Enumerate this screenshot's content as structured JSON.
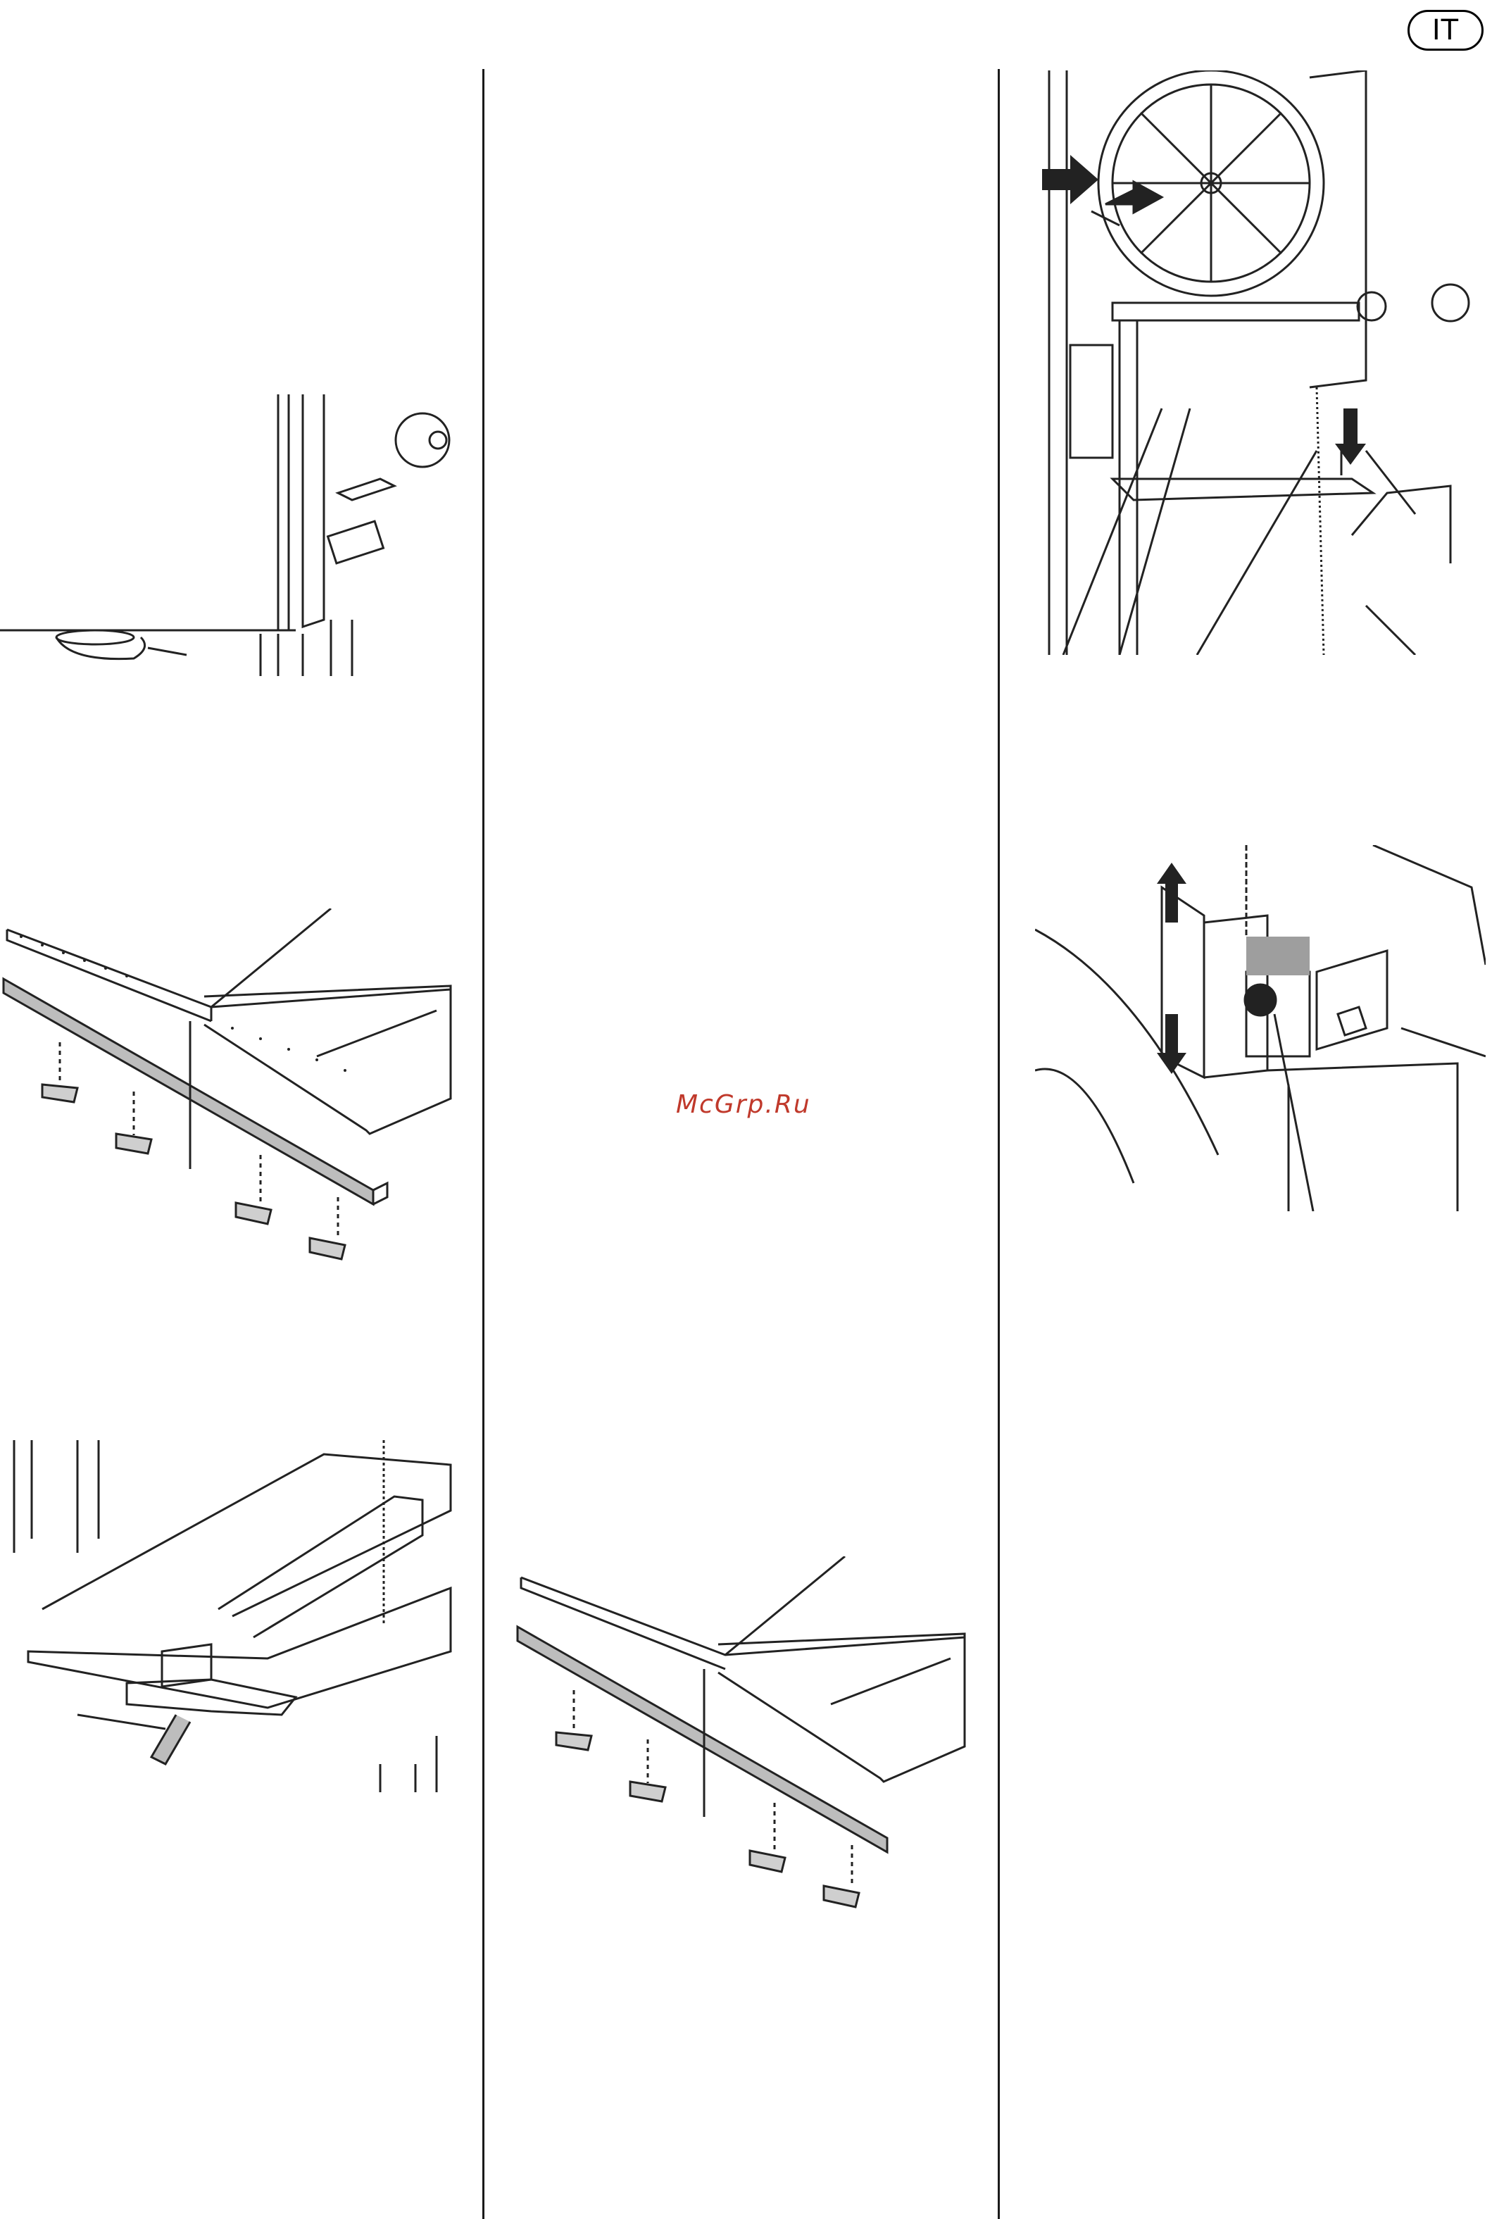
{
  "page": {
    "language_badge": "IT",
    "watermark": "McGrp.Ru",
    "accent_color": "#c0392b"
  },
  "figures": [
    {
      "name": "figure-stand-foot-detail",
      "icon": "bandsaw-foot-and-knob"
    },
    {
      "name": "figure-fence-rail-mounting",
      "icon": "rail-with-wing-nuts"
    },
    {
      "name": "figure-parallel-fence-lever",
      "icon": "fence-with-clamp-lever"
    },
    {
      "name": "figure-fence-rail-mounting-2",
      "icon": "rail-with-wing-nuts"
    },
    {
      "name": "figure-bandsaw-overview",
      "icon": "bandsaw-wheel-and-frame"
    },
    {
      "name": "figure-blade-guide-height",
      "icon": "blade-guide-with-knob"
    }
  ]
}
